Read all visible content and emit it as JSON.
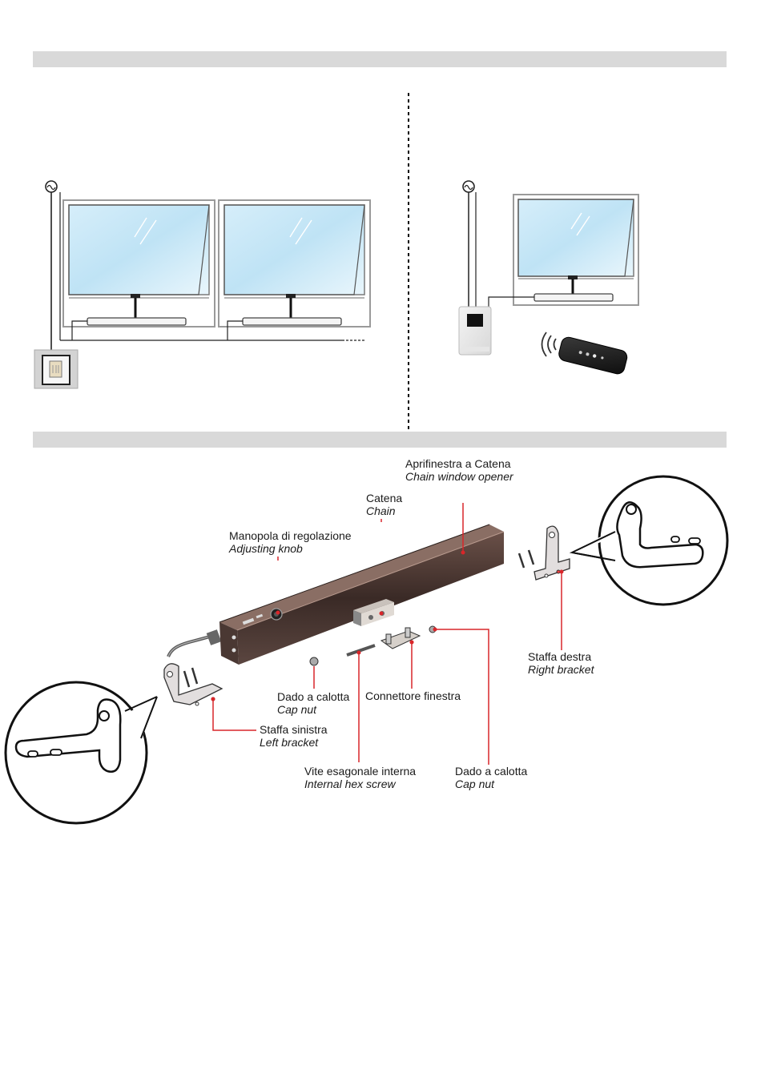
{
  "colors": {
    "section_bar": "#d9d9d9",
    "leader_line": "#d9262a",
    "glass": "#bfe3f5",
    "frame": "#8c8c8c"
  },
  "icons": {
    "power_symbol": "ac-power-icon",
    "wall_switch": "wall-switch-icon",
    "wall_receiver": "wall-receiver-icon",
    "remote": "remote-control-icon",
    "signal": "wireless-signal-icon"
  },
  "parts": {
    "opener": {
      "it": "Aprifinestra a Catena",
      "en": "Chain window opener"
    },
    "chain": {
      "it": "Catena",
      "en": "Chain"
    },
    "knob": {
      "it": "Manopola di regolazione",
      "en": "Adjusting knob"
    },
    "right_bracket": {
      "it": "Staffa destra",
      "en": "Right bracket"
    },
    "cap_nut_left": {
      "it": "Dado a calotta",
      "en": "Cap nut"
    },
    "window_connector": {
      "it": "Connettore finestra",
      "en": ""
    },
    "left_bracket": {
      "it": "Staffa sinistra",
      "en": "Left bracket"
    },
    "hex_screw": {
      "it": "Vite esagonale interna",
      "en": "Internal hex screw"
    },
    "cap_nut_right": {
      "it": "Dado a calotta",
      "en": "Cap nut"
    }
  }
}
